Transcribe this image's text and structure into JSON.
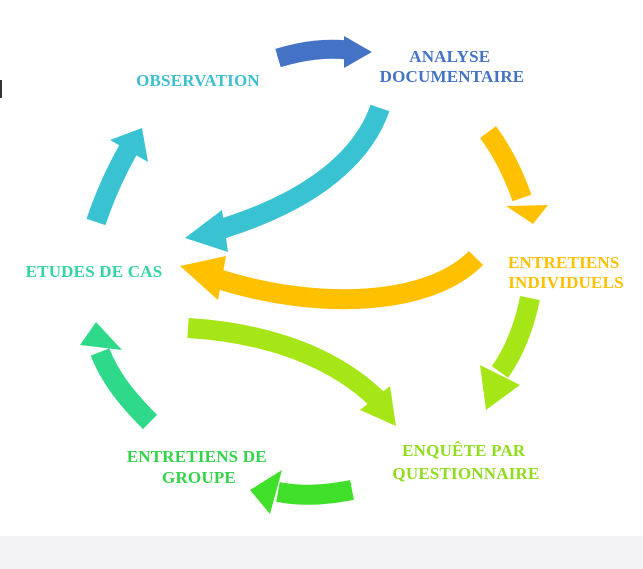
{
  "diagram": {
    "nodes": [
      {
        "id": "analyse",
        "lines": [
          "ANALYSE",
          "DOCUMENTAIRE"
        ],
        "color": "#4472C4"
      },
      {
        "id": "observation",
        "lines": [
          "OBSERVATION"
        ],
        "color": "#3DBFCF"
      },
      {
        "id": "entretiens_individuels",
        "lines": [
          "ENTRETIENS",
          "INDIVIDUELS"
        ],
        "color": "#FFC000"
      },
      {
        "id": "etudes_de_cas",
        "lines": [
          "ETUDES DE CAS"
        ],
        "color": "#33D6A0"
      },
      {
        "id": "enquete",
        "lines": [
          "ENQUÊTE PAR",
          "QUESTIONNAIRE"
        ],
        "color": "#8FDD1E"
      },
      {
        "id": "entretiens_groupe",
        "lines": [
          "ENTRETIENS DE",
          "GROUPE"
        ],
        "color": "#33D44A"
      }
    ],
    "arrows": [
      {
        "id": "observation-to-analyse",
        "color": "#4472C4"
      },
      {
        "id": "analyse-to-etudes",
        "color": "#38C2D2"
      },
      {
        "id": "analyse-to-entretiens",
        "color": "#FFC000"
      },
      {
        "id": "entretiens-to-etudes",
        "color": "#FFC000"
      },
      {
        "id": "entretiens-to-enquete",
        "color": "#A6E617"
      },
      {
        "id": "etudes-to-enquete",
        "color": "#A6E617"
      },
      {
        "id": "enquete-to-groupe",
        "color": "#3FDF2A"
      },
      {
        "id": "groupe-to-etudes",
        "color": "#2ED98A"
      },
      {
        "id": "etudes-to-observation",
        "color": "#38C2D2"
      }
    ]
  }
}
